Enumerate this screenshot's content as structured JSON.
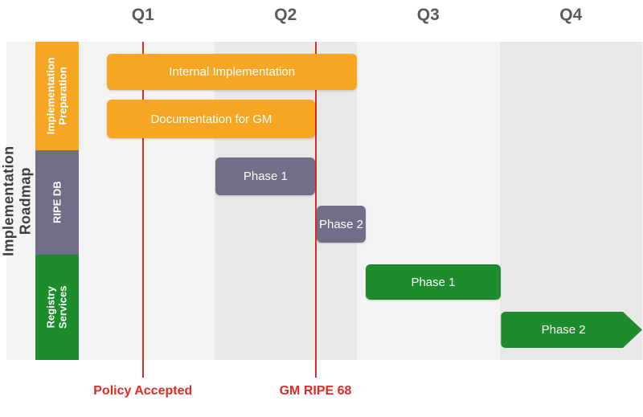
{
  "page": {
    "background": "#FFFFFF"
  },
  "colors": {
    "plot_background": "#F3F3F3",
    "quarter_band_shade": "#E8E8E8",
    "milestone_red": "#E12A26",
    "axis_label_gray": "#58595B",
    "title_gray": "#3F3F3F",
    "bar_text_white": "#FFFFFF"
  },
  "chart_data": {
    "type": "bar",
    "subtype": "gantt-roadmap",
    "title": "Implementation Roadmap",
    "x_categories": [
      "Q1",
      "Q2",
      "Q3",
      "Q4"
    ],
    "x_unit": "quarter",
    "x_range": [
      0,
      4
    ],
    "grid": "off",
    "legend": "none",
    "shaded_quarters": [
      "Q2",
      "Q4"
    ],
    "groups": [
      {
        "name": "Implementation\nPreparation",
        "color": "#F6A623",
        "bars": [
          {
            "label": "Internal Implementation",
            "start": 0.25,
            "end": 2.0
          },
          {
            "label": "Documentation for GM",
            "start": 0.25,
            "end": 1.71
          }
        ]
      },
      {
        "name": "RIPE DB",
        "color": "#716E87",
        "bars": [
          {
            "label": "Phase 1",
            "start": 1.01,
            "end": 1.71
          },
          {
            "label": "Phase 2",
            "start": 1.72,
            "end": 2.06
          }
        ]
      },
      {
        "name": "Registry\nServices",
        "color": "#1E8C2D",
        "bars": [
          {
            "label": "Phase 1",
            "start": 2.06,
            "end": 3.01
          },
          {
            "label": "Phase 2",
            "start": 3.01,
            "end": 4.0,
            "shape": "arrow"
          }
        ]
      }
    ],
    "milestones": [
      {
        "label": "Policy Accepted",
        "x": 0.5
      },
      {
        "label": "GM RIPE 68",
        "x": 1.71
      }
    ]
  }
}
